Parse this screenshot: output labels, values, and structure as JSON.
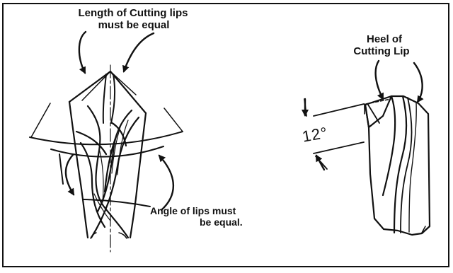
{
  "figure": {
    "left_labels": {
      "top_line_1": "Length of Cutting lips",
      "top_line_2": "must be equal",
      "bottom_line_1": "Angle of lips must",
      "bottom_line_2": "be equal."
    },
    "right_labels": {
      "top_line_1": "Heel of",
      "top_line_2": "Cutting Lip",
      "angle": "12°"
    }
  }
}
